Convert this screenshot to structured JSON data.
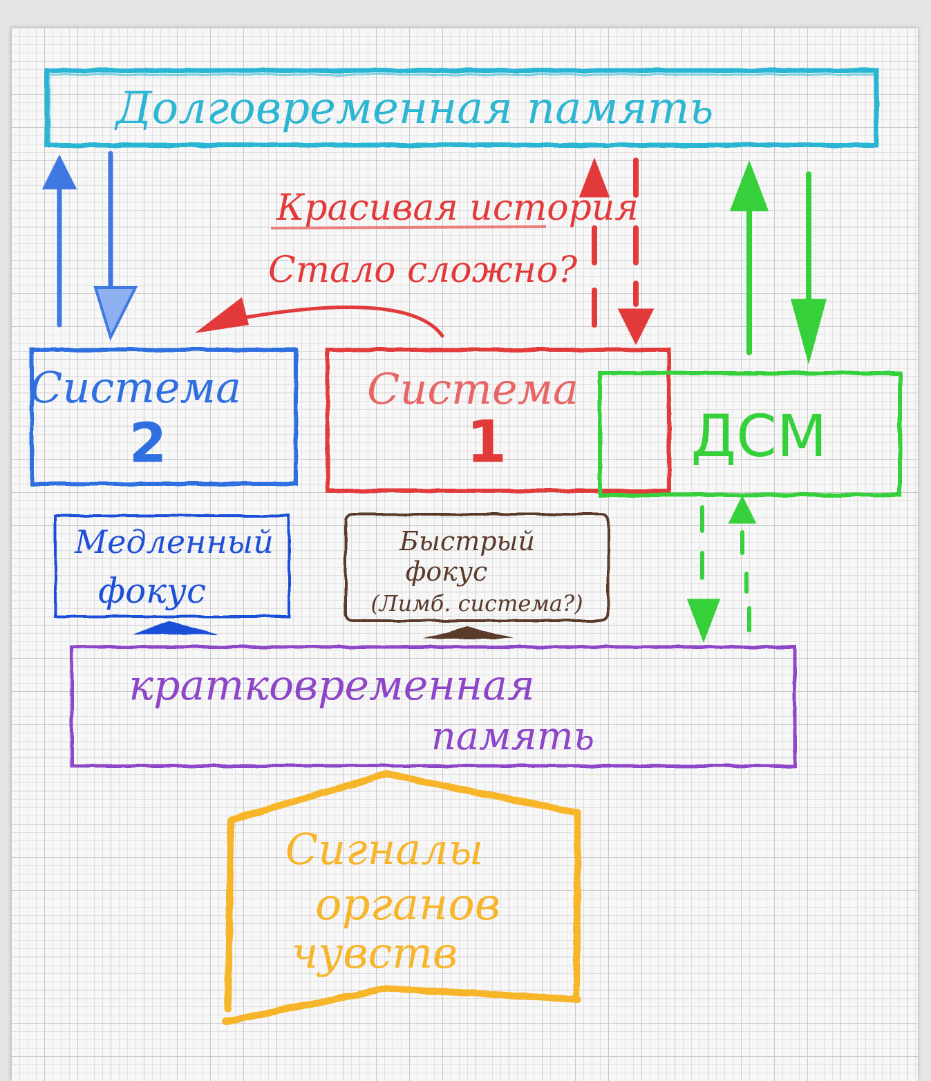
{
  "colors": {
    "long_term": "#2cb6d2",
    "system2": "#2f6fe0",
    "system1": "#e23a3a",
    "dcm": "#35d03a",
    "slow_focus": "#1e4fd8",
    "fast_focus": "#5a3a2a",
    "short_term": "#8e46c8",
    "senses": "#f7b52c"
  },
  "long_term_memory": {
    "label": "Долговременная память"
  },
  "annotation": {
    "line1": "Красивая история",
    "line2": "Стало сложно?"
  },
  "system2": {
    "label": "Система",
    "number": "2"
  },
  "system1": {
    "label": "Система",
    "number": "1"
  },
  "dcm": {
    "label": "ДСМ"
  },
  "slow_focus": {
    "line1": "Медленный",
    "line2": "фокус"
  },
  "fast_focus": {
    "line1": "Быстрый",
    "line2": "фокус",
    "line3": "(Лимб. система?)"
  },
  "short_term_memory": {
    "line1": "кратковременная",
    "line2": "память"
  },
  "senses": {
    "line1": "Сигналы",
    "line2": "органов",
    "line3": "чувств"
  }
}
